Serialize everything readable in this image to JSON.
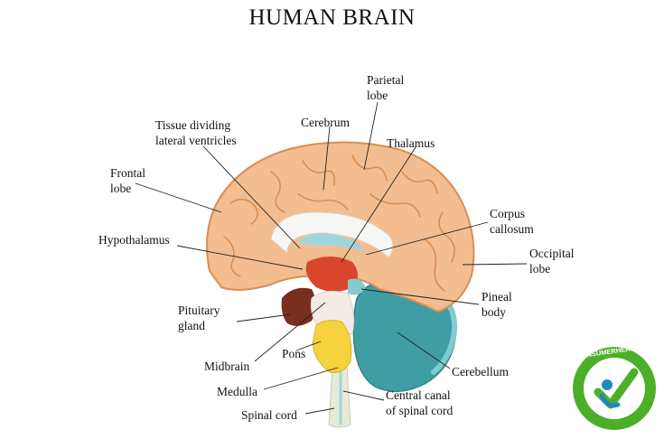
{
  "title": "HUMAN BRAIN",
  "labels": {
    "parietal": "Parietal\nlobe",
    "cerebrum": "Cerebrum",
    "tissue": "Tissue dividing\nlateral ventricles",
    "thalamus": "Thalamus",
    "frontal": "Frontal\nlobe",
    "corpus": "Corpus\ncallosum",
    "hypothalamus": "Hypothalamus",
    "occipital": "Occipital\nlobe",
    "pituitary": "Pituitary\ngland",
    "pineal": "Pineal\nbody",
    "pons": "Pons",
    "midbrain": "Midbrain",
    "cerebellum": "Cerebellum",
    "medulla": "Medulla",
    "central_canal": "Central canal\nof spinal cord",
    "spinal_cord": "Spinal cord"
  },
  "watermark": "CONSUMERHEALTHDIGEST.COM",
  "colors": {
    "cerebrum": "#f4bd8f",
    "cerebrum_outline": "#d78e56",
    "corpus": "#f6f6f4",
    "thalamus": "#d9452d",
    "hypothalamus_dark": "#7a2f1e",
    "cerebellum": "#3e9ea3",
    "cerebellum_light": "#84cbd0",
    "pons": "#f6d23d",
    "midbrain": "#f3ece6",
    "spinal": "#e8ece0",
    "badge_green": "#4caf2a",
    "badge_blue": "#1e88c7"
  }
}
